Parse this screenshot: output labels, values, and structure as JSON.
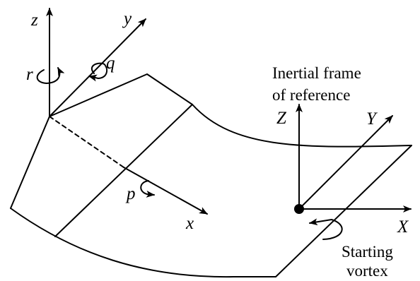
{
  "body_axes": {
    "x": "x",
    "y": "y",
    "z": "z"
  },
  "rotations": {
    "roll": "p",
    "pitch": "q",
    "yaw": "r"
  },
  "inertial_axes": {
    "x": "X",
    "y": "Y",
    "z": "Z"
  },
  "inertial_frame_caption": {
    "line1": "Inertial frame",
    "line2": "of reference"
  },
  "vortex_caption": {
    "line1": "Starting",
    "line2": "vortex"
  },
  "colors": {
    "ink": "#000000",
    "background": "#ffffff"
  }
}
